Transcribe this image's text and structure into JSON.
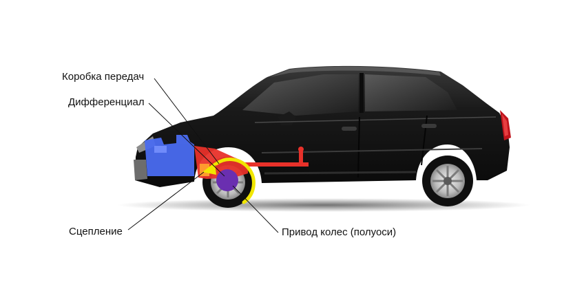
{
  "labels": {
    "gearbox": "Коробка передач",
    "differential": "Дифференциал",
    "clutch": "Сцепление",
    "wheel_drive": "Привод колес (полуоси)"
  },
  "colors": {
    "body": "#141414",
    "engine": "#4a6cf0",
    "transmission": "#e8312a",
    "differential": "#6a2fb0",
    "arrow": "#f1e600"
  }
}
